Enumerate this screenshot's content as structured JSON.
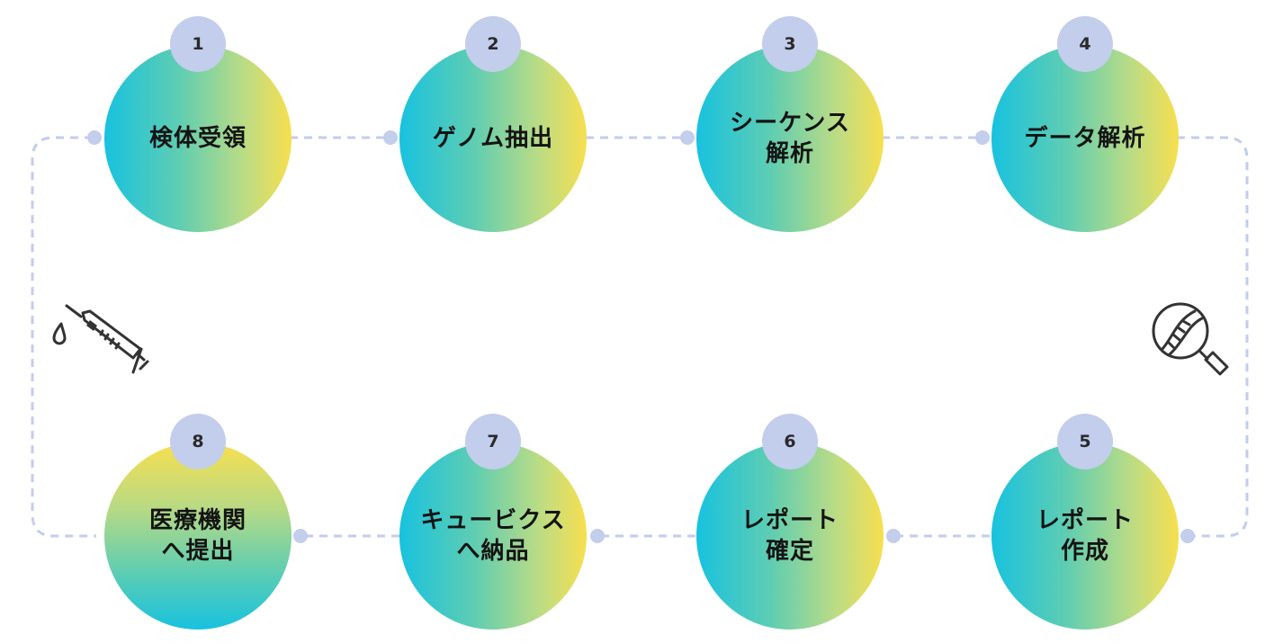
{
  "steps": [
    {
      "number": "1",
      "lines": [
        "検体受領"
      ]
    },
    {
      "number": "2",
      "lines": [
        "ゲノム抽出"
      ]
    },
    {
      "number": "3",
      "lines": [
        "シーケンス",
        "解析"
      ]
    },
    {
      "number": "4",
      "lines": [
        "データ解析"
      ]
    },
    {
      "number": "5",
      "lines": [
        "レポート",
        "作成"
      ]
    },
    {
      "number": "6",
      "lines": [
        "レポート",
        "確定"
      ]
    },
    {
      "number": "7",
      "lines": [
        "キュービクス",
        "へ納品"
      ]
    },
    {
      "number": "8",
      "lines": [
        "医療機関",
        "へ提出"
      ]
    }
  ],
  "icons": {
    "left": "syringe-icon",
    "right": "dna-magnifier-icon"
  },
  "colors": {
    "connector": "#c3cdec",
    "badge": "#c3cdec",
    "gradient_cyan": "#18c2df",
    "gradient_yellow": "#f7df4f"
  }
}
